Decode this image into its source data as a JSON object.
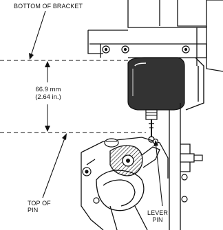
{
  "labels": {
    "bottom_of_bracket": "BOTTOM OF BRACKET",
    "dimension_mm": "66.9 mm",
    "dimension_in": "(2.64 in.)",
    "top_of_pin_line1": "TOP OF",
    "top_of_pin_line2": "PIN",
    "lever_pin_line1": "LEVER",
    "lever_pin_line2": "PIN"
  },
  "colors": {
    "ink": "#111111",
    "paper": "#ffffff",
    "canister_shade": "#333333"
  }
}
